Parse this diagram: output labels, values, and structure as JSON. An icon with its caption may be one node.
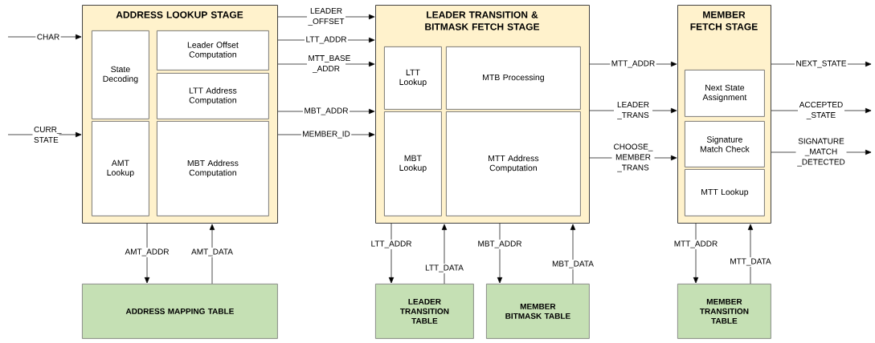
{
  "diagram": {
    "nodes": [
      {
        "text": [
          "ADDRESS LOOKUP STAGE"
        ]
      },
      {
        "text": [
          "State Decoding"
        ],
        "in": 0
      },
      {
        "text": [
          "Leader Offset Computation"
        ],
        "in": 0
      },
      {
        "text": [
          "LTT Address Computation"
        ],
        "in": 0
      },
      {
        "text": [
          "AMT Lookup"
        ],
        "in": 0
      },
      {
        "text": [
          "MBT Address Computation"
        ],
        "in": 0
      },
      {
        "text": [
          "LEADER TRANSITION & BITMASK FETCH STAGE"
        ]
      },
      {
        "text": [
          "LTT Lookup"
        ],
        "in": 6
      },
      {
        "text": [
          "MTB Processing"
        ],
        "in": 6
      },
      {
        "text": [
          "MBT Lookup"
        ],
        "in": 6
      },
      {
        "text": [
          "MTT Address Computation"
        ],
        "in": 6
      },
      {
        "text": [
          "MEMBER FETCH STAGE"
        ]
      },
      {
        "text": [
          "Next State Assignment"
        ],
        "in": 11
      },
      {
        "text": [
          "Signature Match Check"
        ],
        "in": 11
      },
      {
        "text": [
          "MTT Lookup"
        ],
        "in": 11
      },
      {
        "text": [
          "ADDRESS MAPPING TABLE"
        ]
      },
      {
        "text": [
          "LEADER TRANSITION TABLE"
        ]
      },
      {
        "text": [
          "MEMBER BITMASK TABLE"
        ]
      },
      {
        "text": [
          "MEMBER TRANSITION TABLE"
        ]
      }
    ],
    "edges": [
      {
        "from": null,
        "to": 0,
        "arrow": "to",
        "label": "CHAR"
      },
      {
        "from": null,
        "to": 0,
        "arrow": "to",
        "label": "CURR_ STATE"
      },
      {
        "from": 0,
        "to": 6,
        "arrow": "to",
        "label": "LEADER _OFFSET"
      },
      {
        "from": 0,
        "to": 6,
        "arrow": "to",
        "label": "LTT_ADDR"
      },
      {
        "from": 0,
        "to": 6,
        "arrow": "to",
        "label": "MTT_BASE _ADDR"
      },
      {
        "from": 0,
        "to": 6,
        "arrow": "to",
        "label": "MBT_ADDR"
      },
      {
        "from": 0,
        "to": 6,
        "arrow": "to",
        "label": "MEMBER_ID"
      },
      {
        "from": 6,
        "to": 11,
        "arrow": "to",
        "label": "MTT_ADDR"
      },
      {
        "from": 6,
        "to": 11,
        "arrow": "to",
        "label": "LEADER _TRANS"
      },
      {
        "from": 6,
        "to": 11,
        "arrow": "to",
        "label": "CHOOSE_ MEMBER _TRANS"
      },
      {
        "from": 11,
        "to": null,
        "arrow": "to",
        "label": "NEXT_STATE"
      },
      {
        "from": 11,
        "to": null,
        "arrow": "to",
        "label": "ACCEPTED _STATE"
      },
      {
        "from": 11,
        "to": null,
        "arrow": "to",
        "label": "SIGNATURE _MATCH _DETECTED"
      },
      {
        "from": 0,
        "to": 15,
        "arrow": "to",
        "label": "AMT_ADDR"
      },
      {
        "from": 15,
        "to": 0,
        "arrow": "to",
        "label": "AMT_DATA"
      },
      {
        "from": 6,
        "to": 16,
        "arrow": "to",
        "label": "LTT_ADDR"
      },
      {
        "from": 16,
        "to": 6,
        "arrow": "to",
        "label": "LTT_DATA"
      },
      {
        "from": 6,
        "to": 17,
        "arrow": "to",
        "label": "MBT_ADDR"
      },
      {
        "from": 17,
        "to": 6,
        "arrow": "to",
        "label": "MBT_DATA"
      },
      {
        "from": 11,
        "to": 18,
        "arrow": "to",
        "label": "MTT_ADDR"
      },
      {
        "from": 18,
        "to": 11,
        "arrow": "to",
        "label": "MTT_DATA"
      }
    ]
  }
}
